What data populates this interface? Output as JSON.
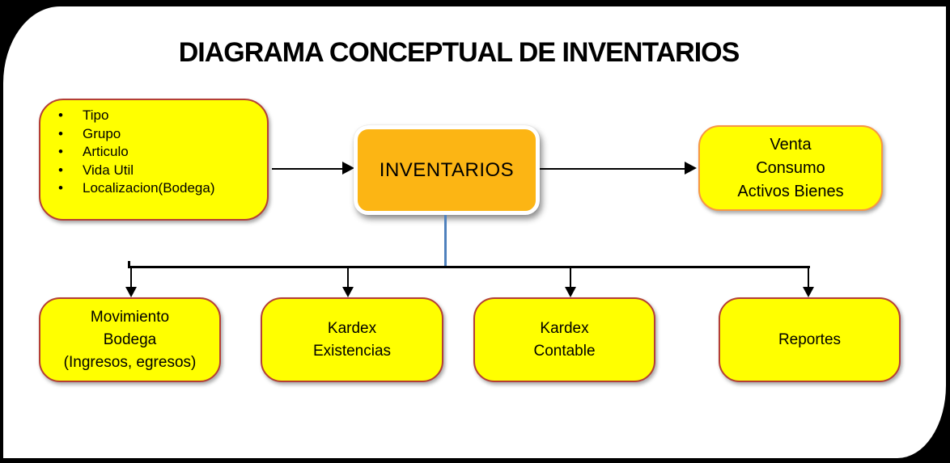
{
  "title": "DIAGRAMA CONCEPTUAL DE INVENTARIOS",
  "colors": {
    "background": "#000000",
    "canvas": "#ffffff",
    "node_yellow": "#ffff00",
    "border_red": "#b43e36",
    "border_orange": "#f79646",
    "center_orange": "#fcb514",
    "line_black": "#000000",
    "line_blue": "#4f81bd"
  },
  "nodes": {
    "attributes": {
      "bullet": "•",
      "items": [
        "Tipo",
        "Grupo",
        "Articulo",
        "Vida Util",
        "Localizacion(Bodega)"
      ]
    },
    "center": {
      "label": "INVENTARIOS"
    },
    "outputs": {
      "lines": [
        "Venta",
        "Consumo",
        "Activos Bienes"
      ]
    },
    "children": [
      {
        "lines": [
          "Movimiento",
          "Bodega",
          "(Ingresos, egresos)"
        ]
      },
      {
        "lines": [
          "Kardex",
          "Existencias"
        ]
      },
      {
        "lines": [
          "Kardex",
          "Contable"
        ]
      },
      {
        "lines": [
          "Reportes"
        ]
      }
    ]
  }
}
